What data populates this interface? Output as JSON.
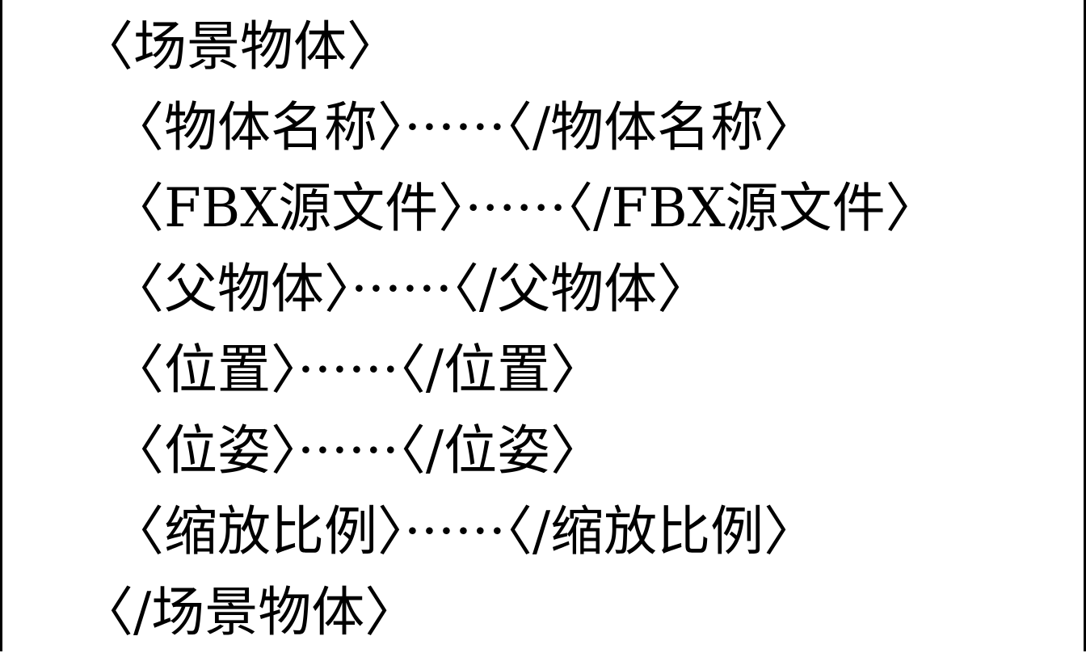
{
  "document": {
    "open_tag": "〈场景物体〉",
    "fields": [
      {
        "line": "〈物体名称〉······〈/物体名称〉"
      },
      {
        "line": "〈FBX源文件〉······〈/FBX源文件〉"
      },
      {
        "line": "〈父物体〉······〈/父物体〉"
      },
      {
        "line": "〈位置〉······〈/位置〉"
      },
      {
        "line": "〈位姿〉······〈/位姿〉"
      },
      {
        "line": "〈缩放比例〉······〈/缩放比例〉"
      }
    ],
    "close_tag": "〈/场景物体〉"
  }
}
